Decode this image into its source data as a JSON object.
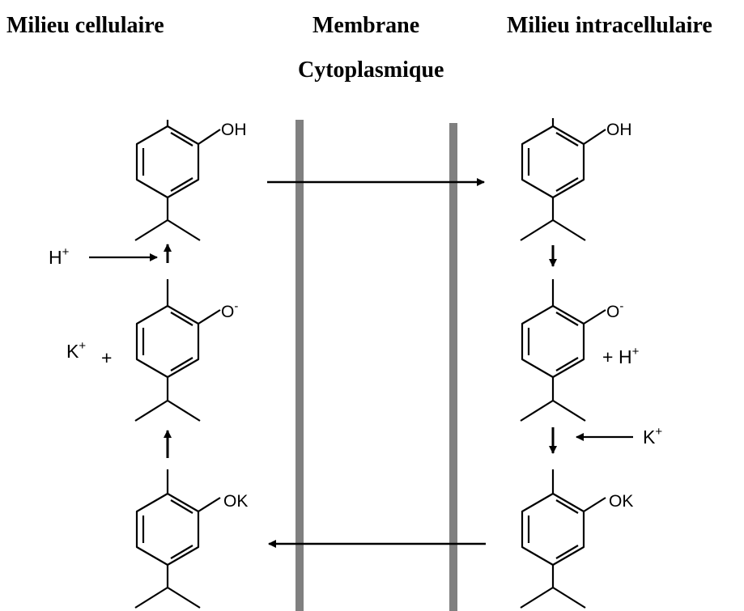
{
  "header": {
    "left": "Milieu cellulaire",
    "center_line1": "Membrane",
    "center_line2": "Cytoplasmique",
    "right": "Milieu intracellulaire"
  },
  "labels": {
    "oh": "OH",
    "o_minus": "O",
    "ok": "OK",
    "h_ion": "H",
    "k_ion": "K",
    "plus": "+",
    "minus": "-"
  },
  "colors": {
    "membrane": "#808080",
    "ink": "#000000",
    "background": "#ffffff"
  }
}
